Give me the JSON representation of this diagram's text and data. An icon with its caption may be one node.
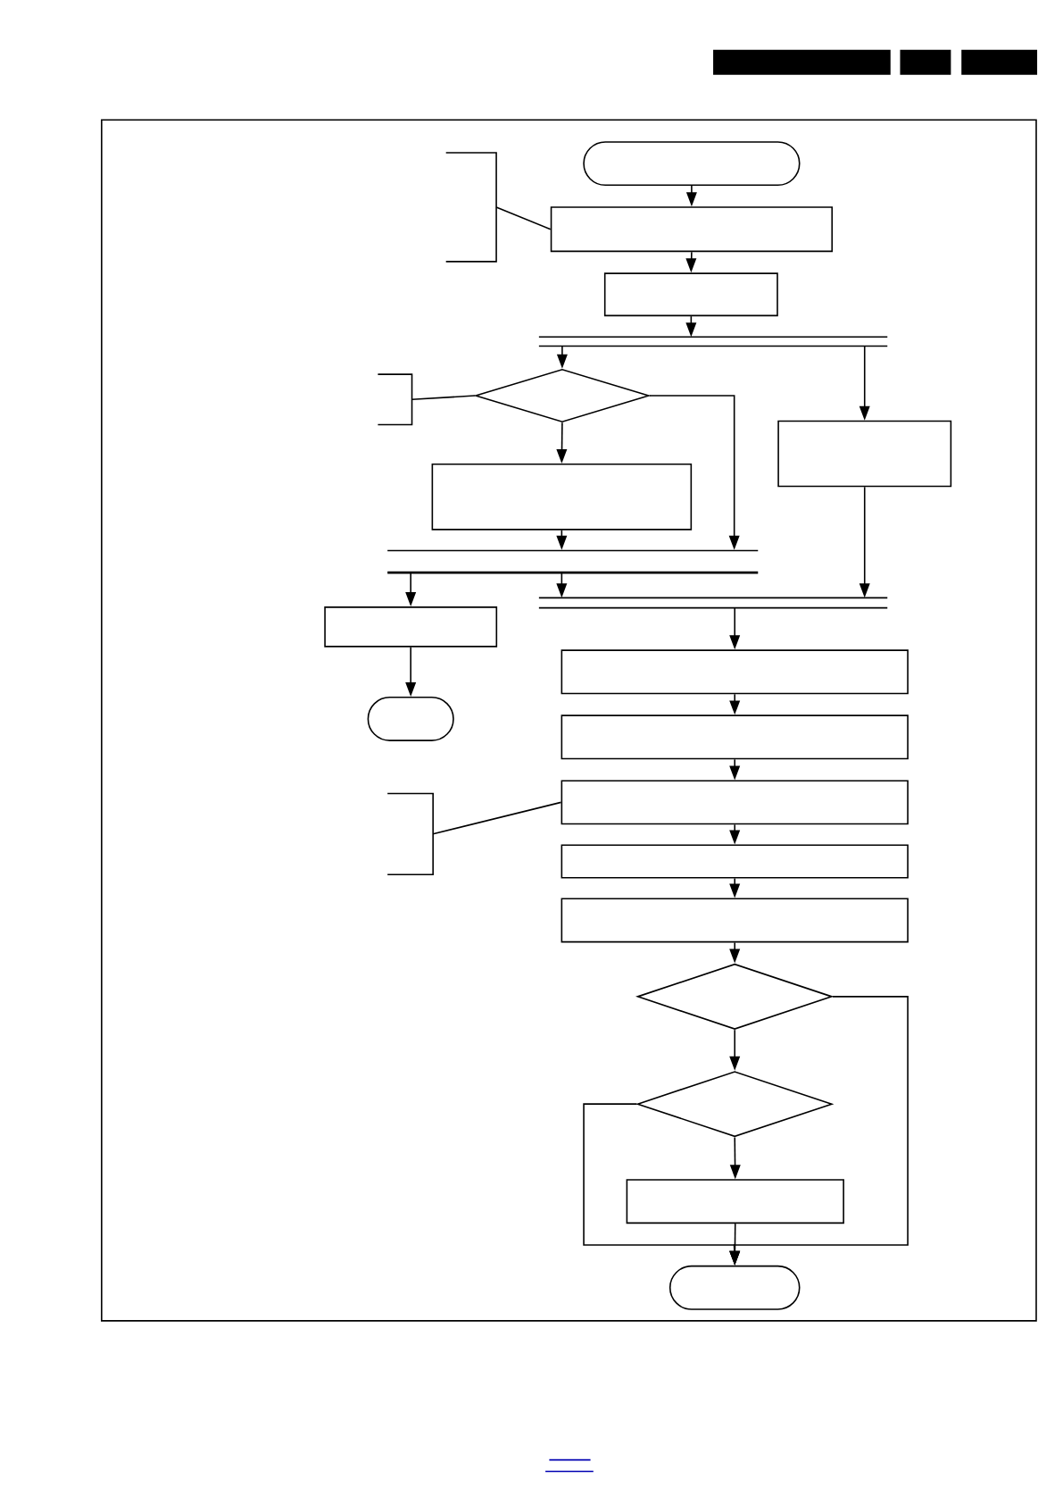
{
  "diagram": {
    "nodes": [
      {
        "text": [],
        "shape": "terminal"
      },
      {
        "text": [],
        "shape": "box"
      },
      {
        "text": [],
        "shape": "box"
      },
      {
        "text": [],
        "shape": "bar"
      },
      {
        "text": [],
        "shape": "diamond"
      },
      {
        "text": [],
        "shape": "box"
      },
      {
        "text": [],
        "shape": "box"
      },
      {
        "text": [],
        "shape": "bar"
      },
      {
        "text": [],
        "shape": "bar"
      },
      {
        "text": [],
        "shape": "bar"
      },
      {
        "text": [],
        "shape": "box"
      },
      {
        "text": [],
        "shape": "terminal"
      },
      {
        "text": [],
        "shape": "box"
      },
      {
        "text": [],
        "shape": "box"
      },
      {
        "text": [],
        "shape": "box"
      },
      {
        "text": [],
        "shape": "box"
      },
      {
        "text": [],
        "shape": "box"
      },
      {
        "text": [],
        "shape": "diamond"
      },
      {
        "text": [],
        "shape": "diamond"
      },
      {
        "text": [],
        "shape": "box"
      },
      {
        "text": [],
        "shape": "terminal"
      },
      {
        "text": [],
        "shape": "bracket"
      },
      {
        "text": [],
        "shape": "bracket"
      },
      {
        "text": [],
        "shape": "bracket"
      }
    ],
    "edges": [
      {
        "from": 0,
        "to": 1,
        "arrow": "to"
      },
      {
        "from": 1,
        "to": 2,
        "arrow": "to"
      },
      {
        "from": 2,
        "to": 3,
        "arrow": "to"
      },
      {
        "from": 3,
        "to": 4,
        "arrow": "to"
      },
      {
        "from": 3,
        "to": 6,
        "arrow": "to"
      },
      {
        "from": 4,
        "to": 5,
        "arrow": "to"
      },
      {
        "from": 4,
        "to": 7,
        "arrow": "to"
      },
      {
        "from": 5,
        "to": 7,
        "arrow": "to"
      },
      {
        "from": 6,
        "to": 9,
        "arrow": "to"
      },
      {
        "from": 8,
        "to": 10,
        "arrow": "to"
      },
      {
        "from": 8,
        "to": 9,
        "arrow": "to"
      },
      {
        "from": 9,
        "to": 12,
        "arrow": "to"
      },
      {
        "from": 10,
        "to": 11,
        "arrow": "to"
      },
      {
        "from": 12,
        "to": 13,
        "arrow": "to"
      },
      {
        "from": 13,
        "to": 14,
        "arrow": "to"
      },
      {
        "from": 14,
        "to": 15,
        "arrow": "to"
      },
      {
        "from": 15,
        "to": 16,
        "arrow": "to"
      },
      {
        "from": 16,
        "to": 17,
        "arrow": "to"
      },
      {
        "from": 17,
        "to": 18,
        "arrow": "to"
      },
      {
        "from": 17,
        "to": 20,
        "arrow": "to"
      },
      {
        "from": 18,
        "to": 19,
        "arrow": "to"
      },
      {
        "from": 18,
        "to": 20,
        "arrow": "to"
      },
      {
        "from": 19,
        "to": 20,
        "arrow": "to"
      },
      {
        "from": 21,
        "to": 1,
        "arrow": "none"
      },
      {
        "from": 22,
        "to": 4,
        "arrow": "none"
      },
      {
        "from": 23,
        "to": 14,
        "arrow": "none"
      }
    ]
  }
}
